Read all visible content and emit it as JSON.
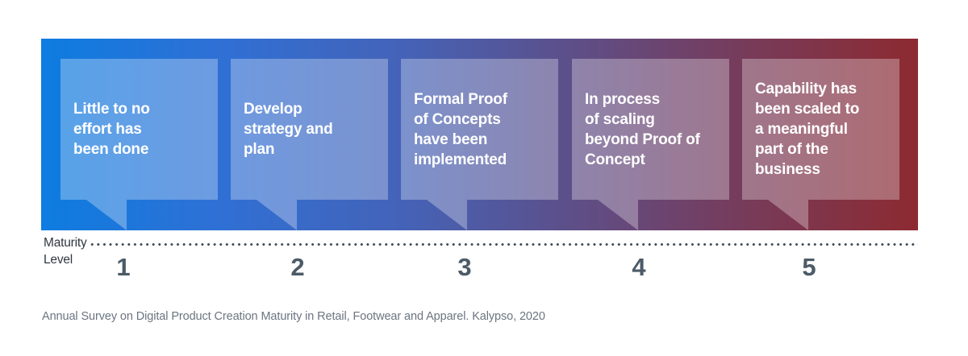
{
  "colors": {
    "band_gradient_left": "#0d7ce0",
    "band_gradient_mid": "#4463b8",
    "band_gradient_right": "#8d2a31",
    "bubble_overlay": "rgba(255,255,255,0.30)",
    "bubble_text": "#ffffff",
    "axis_label": "#2f3840",
    "axis_dots": "#3f4c57",
    "level_number": "#4c5b67",
    "source_note": "#6a7580"
  },
  "bubbles": [
    {
      "level": "1",
      "text": "Little to no\neffort has\nbeen done"
    },
    {
      "level": "2",
      "text": "Develop\nstrategy and\nplan"
    },
    {
      "level": "3",
      "text": "Formal Proof\nof Concepts\nhave been\nimplemented"
    },
    {
      "level": "4",
      "text": "In process\nof scaling\nbeyond Proof of\nConcept"
    },
    {
      "level": "5",
      "text": "Capability has\nbeen scaled to\na meaningful\npart of the\nbusiness"
    }
  ],
  "axis": {
    "label": "Maturity\nLevel",
    "levels": [
      "1",
      "2",
      "3",
      "4",
      "5"
    ]
  },
  "footer": {
    "source": "Annual Survey on Digital Product Creation Maturity in Retail, Footwear and Apparel. Kalypso, 2020"
  }
}
